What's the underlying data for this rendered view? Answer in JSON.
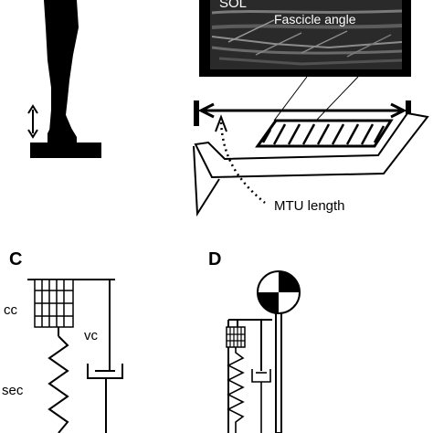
{
  "ultrasound": {
    "muscle_label": "SOL",
    "fascicle_label": "Fascicle angle"
  },
  "panel_b": {
    "mtu_label": "MTU length"
  },
  "panel_c": {
    "letter": "C",
    "contractile_label": "cc",
    "viscous_label": "vc",
    "series_elastic_label": "sec"
  },
  "panel_d": {
    "letter": "D"
  },
  "colors": {
    "ink": "#000000",
    "ultrasound_bg": "#2a2a2a",
    "paper": "#ffffff"
  }
}
